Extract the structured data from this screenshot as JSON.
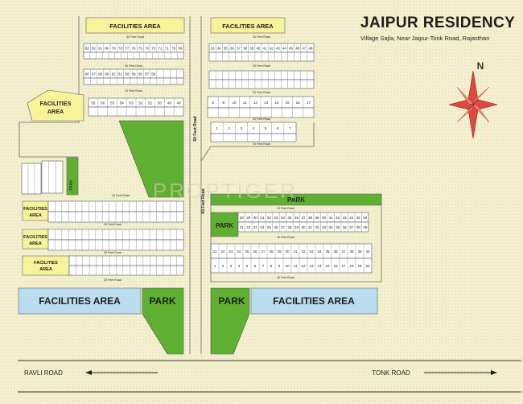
{
  "title": "JAIPUR RESIDENCY",
  "subtitle": "Village Sajla, Near Jaipur-Tonk Road, Rajasthan",
  "compass_letter": "N",
  "watermark": "PROPTIGER",
  "labels": {
    "facilities_area": "FACILITIES AREA",
    "facilities_area_top": "FACILITIES AREA",
    "facilities": "FACILITIES",
    "area": "AREA",
    "park": "PARK",
    "road_60ft": "60 Feet Road",
    "road_30ft": "30 Feet Road",
    "ravli_road": "RAVLI ROAD",
    "tonk_road": "TONK ROAD"
  },
  "plots": {
    "top_left_row1": [
      "82",
      "82",
      "81",
      "80",
      "79",
      "78",
      "77",
      "76",
      "75",
      "74",
      "73",
      "72",
      "71",
      "70",
      "69"
    ],
    "top_left_row2": [
      "66",
      "67",
      "68",
      "69",
      "62",
      "61",
      "60",
      "59",
      "58",
      "57",
      "56"
    ],
    "top_left_row3": [
      "55",
      "56",
      "55",
      "54",
      "53",
      "52",
      "51",
      "50",
      "49",
      "48"
    ],
    "top_right_row1": [
      "33",
      "34",
      "35",
      "36",
      "37",
      "38",
      "39",
      "40",
      "41",
      "42",
      "43",
      "44",
      "45",
      "46",
      "47",
      "48"
    ],
    "top_right_row3": [
      "8",
      "9",
      "10",
      "11",
      "12",
      "13",
      "14",
      "15",
      "16",
      "17"
    ],
    "top_right_row4": [
      "1",
      "2",
      "3",
      "4",
      "5",
      "6",
      "7"
    ],
    "right_mid_row1": [
      "28",
      "29",
      "30",
      "31",
      "32",
      "33",
      "34",
      "35",
      "36",
      "37",
      "38",
      "39",
      "40",
      "41",
      "42",
      "43",
      "44",
      "45",
      "46",
      "47",
      "48",
      "49",
      "50"
    ],
    "right_mid_row2": [
      "21",
      "22",
      "23",
      "24",
      "25",
      "26",
      "27",
      "28",
      "29",
      "30",
      "31",
      "32",
      "33",
      "34",
      "35",
      "36",
      "37",
      "38",
      "39",
      "40"
    ],
    "right_low_row1": [
      "21",
      "22",
      "23",
      "24",
      "25",
      "26",
      "27",
      "28",
      "29",
      "30",
      "31",
      "32",
      "33",
      "34",
      "35",
      "36",
      "37",
      "38",
      "39",
      "40"
    ],
    "right_low_row2": [
      "1",
      "2",
      "3",
      "4",
      "5",
      "6",
      "7",
      "8",
      "9",
      "10",
      "11",
      "12",
      "13",
      "14",
      "15",
      "16",
      "17",
      "18",
      "19",
      "20"
    ]
  },
  "colors": {
    "background": "#f4f0cf",
    "facilities_yellow": "#f6f39a",
    "facilities_blue": "#b9dcef",
    "park_green": "#5fb032",
    "road_line": "#555555",
    "compass_red": "#e0483f"
  }
}
